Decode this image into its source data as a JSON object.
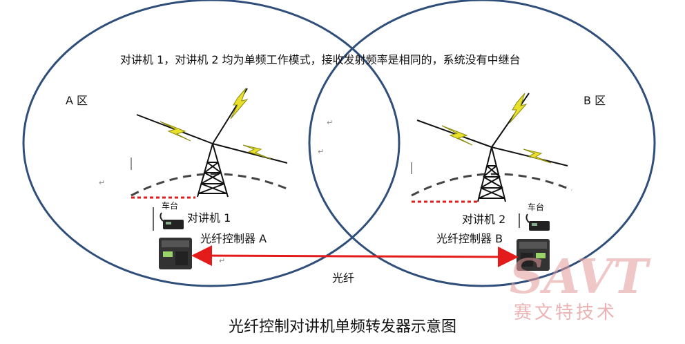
{
  "diagram": {
    "title": "光纤控制对讲机单频转发器示意图",
    "description": "对讲机 1，对讲机 2 均为单频工作模式，接收发射频率是相同的，系统没有中继台",
    "zone_a": "A 区",
    "zone_b": "B 区",
    "radio_1": "对讲机 1",
    "radio_2": "对讲机 2",
    "controller_a": "光纤控制器 A",
    "controller_b": "光纤控制器 B",
    "fiber": "光纤",
    "vehicle_label_a": "车台",
    "vehicle_label_b": "车台",
    "return_mark": "↵",
    "watermark": {
      "logo": "SAVT",
      "company": "赛文特技术"
    }
  },
  "colors": {
    "ellipse": "#2f4e7a",
    "fiber_line": "#e31b1b",
    "dashed_boundary": "#444444",
    "lightning": "#e8e02a",
    "watermark": "#e59a9a"
  }
}
